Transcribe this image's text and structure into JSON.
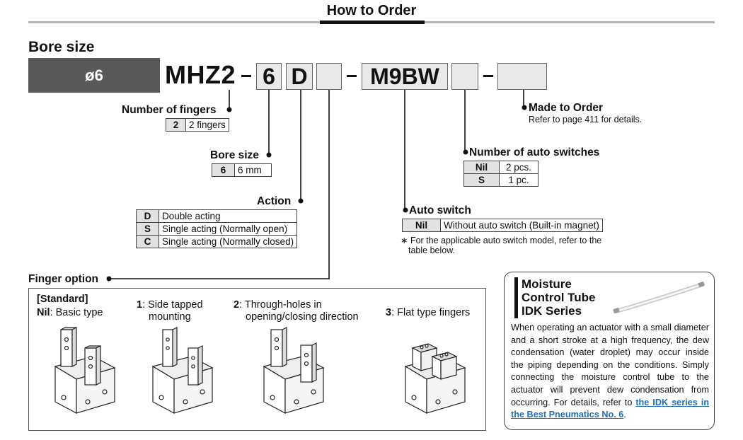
{
  "page": {
    "title": "How to Order"
  },
  "bore_section": {
    "heading": "Bore size",
    "bore_value": "ø6"
  },
  "model_code": {
    "series": "MHZ2",
    "dash": "-",
    "bore": "6",
    "action": "D",
    "finger_option": "",
    "auto_switch": "M9BW",
    "auto_switch_count": "",
    "made_to_order": ""
  },
  "number_of_fingers": {
    "label": "Number of fingers",
    "rows": [
      {
        "code": "2",
        "desc": "2 fingers"
      }
    ]
  },
  "bore_size": {
    "label": "Bore size",
    "rows": [
      {
        "code": "6",
        "desc": "6 mm"
      }
    ]
  },
  "action": {
    "label": "Action",
    "rows": [
      {
        "code": "D",
        "desc": "Double acting"
      },
      {
        "code": "S",
        "desc": "Single acting (Normally open)"
      },
      {
        "code": "C",
        "desc": "Single acting (Normally closed)"
      }
    ]
  },
  "made_to_order": {
    "label": "Made to Order",
    "note": "Refer to page 411 for details."
  },
  "number_of_auto_switches": {
    "label": "Number of auto switches",
    "rows": [
      {
        "code": "Nil",
        "desc": "2 pcs."
      },
      {
        "code": "S",
        "desc": "1 pc."
      }
    ]
  },
  "auto_switch": {
    "label": "Auto switch",
    "rows": [
      {
        "code": "Nil",
        "desc": "Without auto switch (Built-in magnet)"
      }
    ],
    "note_line1": "∗ For the applicable auto switch model, refer to the",
    "note_line2": "table below."
  },
  "finger_option": {
    "label": "Finger option",
    "standard_label": "[Standard]",
    "options": [
      {
        "code": "Nil",
        "line1": ": Basic type",
        "line2": ""
      },
      {
        "code": "1",
        "line1": ": Side tapped",
        "line2": "mounting"
      },
      {
        "code": "2",
        "line1": ": Through-holes in",
        "line2": "opening/closing direction"
      },
      {
        "code": "3",
        "line1": ": Flat type fingers",
        "line2": ""
      }
    ]
  },
  "moisture": {
    "title1": "Moisture",
    "title2": "Control Tube",
    "title3": "IDK Series",
    "body": "When operating an actuator with a small diameter and a short stroke at a high frequency, the dew condensation (water droplet) may occur inside the piping depending on the conditions. Simply connecting the moisture control tube to the actuator will prevent dew condensation from occurring. For details, refer to ",
    "link": "the IDK series in the Best Pneumatics No. 6",
    "end": "."
  }
}
